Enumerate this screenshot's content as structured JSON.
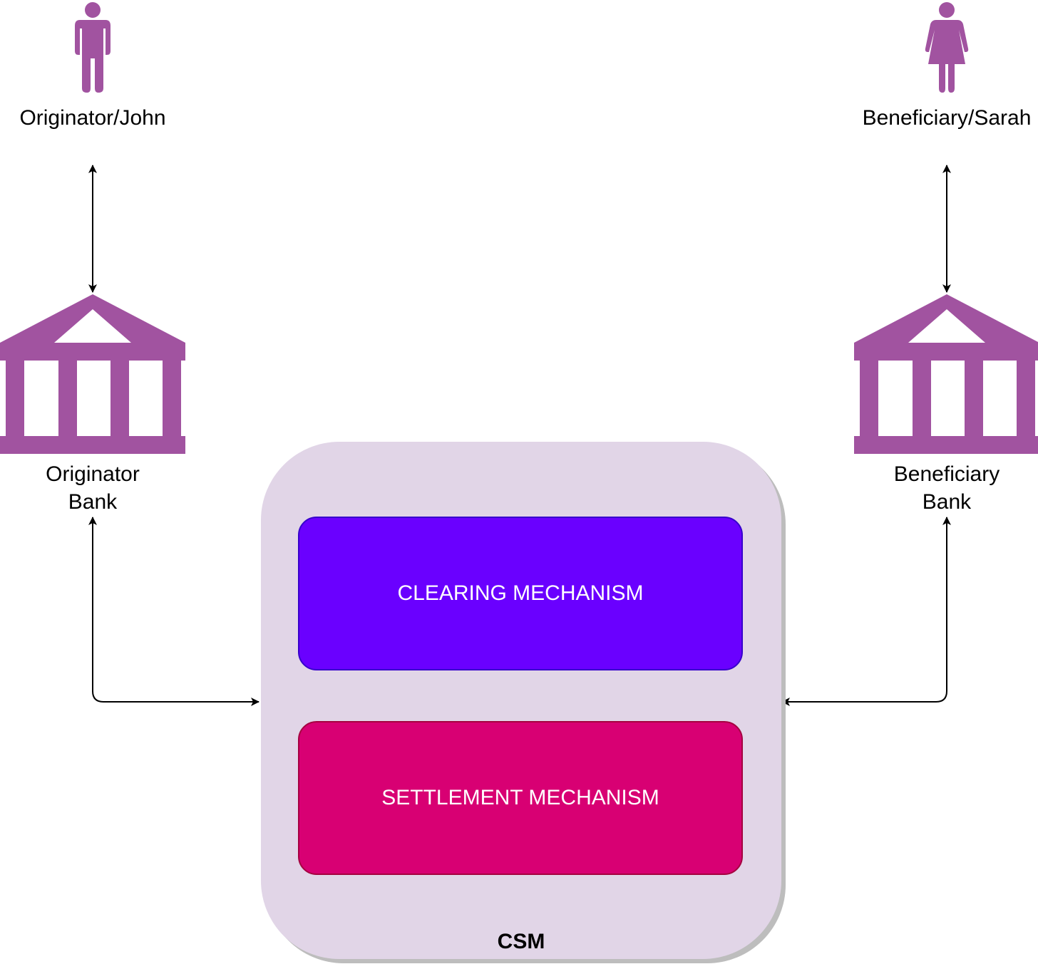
{
  "colors": {
    "icon": "#a153a0",
    "csm_fill": "#e1d5e7",
    "clearing_fill": "#6a00ff",
    "settlement_fill": "#d80073",
    "arrow": "#000000"
  },
  "nodes": {
    "originator_person": {
      "label": "Originator/John",
      "icon": "man-icon"
    },
    "beneficiary_person": {
      "label": "Beneficiary/Sarah",
      "icon": "woman-icon"
    },
    "originator_bank": {
      "label_line1": "Originator",
      "label_line2": "Bank",
      "icon": "bank-icon"
    },
    "beneficiary_bank": {
      "label_line1": "Beneficiary",
      "label_line2": "Bank",
      "icon": "bank-icon"
    },
    "csm": {
      "label": "CSM",
      "clearing": "CLEARING MECHANISM",
      "settlement": "SETTLEMENT MECHANISM"
    }
  },
  "edges": [
    {
      "from": "originator_person",
      "to": "originator_bank",
      "direction": "both"
    },
    {
      "from": "beneficiary_person",
      "to": "beneficiary_bank",
      "direction": "both"
    },
    {
      "from": "originator_bank",
      "to": "csm",
      "direction": "both"
    },
    {
      "from": "beneficiary_bank",
      "to": "csm",
      "direction": "both"
    }
  ]
}
